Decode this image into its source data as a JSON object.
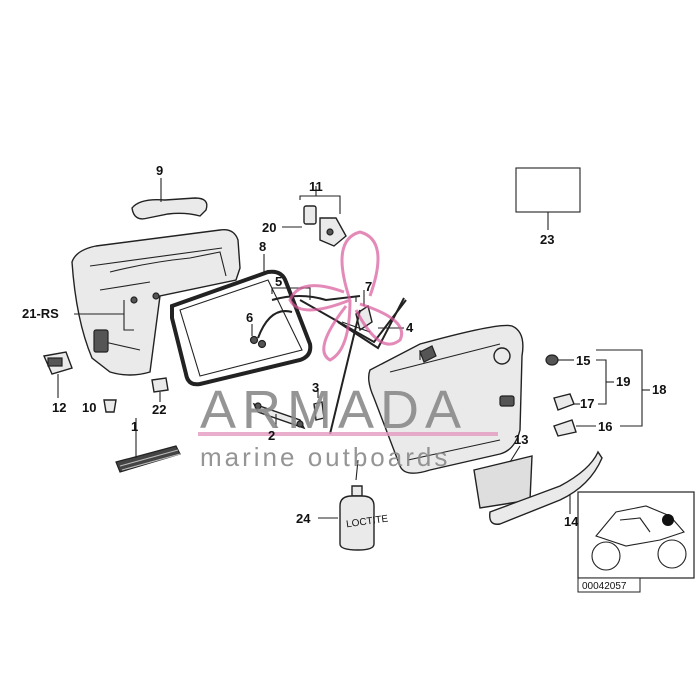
{
  "callouts": {
    "c1": "1",
    "c2": "2",
    "c3": "3",
    "c4": "4",
    "c5": "5",
    "c6": "6",
    "c7": "7",
    "c8": "8",
    "c9": "9",
    "c10": "10",
    "c11": "11",
    "c12": "12",
    "c13": "13",
    "c14": "14",
    "c15": "15",
    "c16": "16",
    "c17": "17",
    "c18": "18",
    "c19": "19",
    "c20": "20",
    "c21": "21-RS",
    "c22": "22",
    "c23": "23",
    "c24": "24"
  },
  "bottle_label": "LOCTITE",
  "reference_number": "00042057",
  "watermark": {
    "brand": "ARMADA",
    "tagline": "marine outboards",
    "accent_color": "#d8589a"
  },
  "colors": {
    "line": "#222222",
    "watermark_text": "#8a8a8a"
  }
}
